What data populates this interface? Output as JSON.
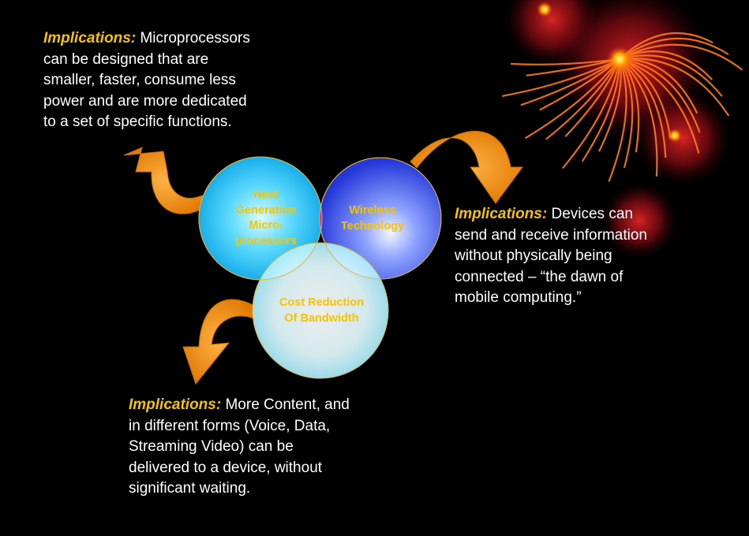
{
  "notes": {
    "top_left": {
      "lead": "Implications:",
      "lines": [
        " Microprocessors",
        "can be designed that are",
        "smaller, faster, consume less",
        "power and are more dedicated",
        "to a set of specific functions."
      ]
    },
    "right": {
      "lead": "Implications:",
      "lines": [
        " Devices can",
        "send and receive information",
        "without physically being",
        "connected – “the dawn of",
        "mobile computing.”"
      ]
    },
    "bottom": {
      "lead": "Implications:",
      "lines": [
        " More Content, and",
        "in different forms (Voice, Data,",
        "Streaming Video) can be",
        "delivered to a device, without",
        "significant waiting."
      ]
    }
  },
  "circles": {
    "microprocessors": [
      "Next",
      "Generation",
      "Micro-",
      "processors"
    ],
    "wireless": [
      "Wireless",
      "Technology"
    ],
    "bandwidth": [
      "Cost Reduction",
      "Of Bandwidth"
    ]
  },
  "colors": {
    "lead_text": "#f5c400",
    "body_text": "#ffffff",
    "arrow": "#f08a10",
    "circle_cyan": "#29c4f2",
    "circle_blue": "#2f4fe0",
    "circle_light": "#c9f6ff",
    "overlap_magenta": "#e8157a",
    "background": "#000000"
  }
}
